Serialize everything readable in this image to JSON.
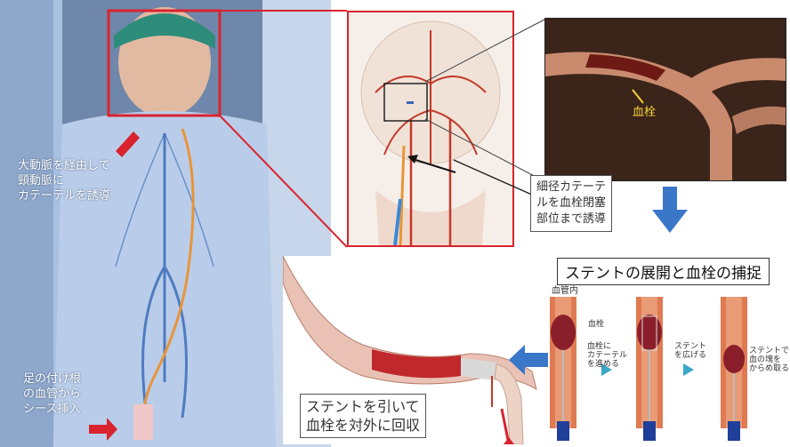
{
  "colors": {
    "frame_red": "#d9232e",
    "arrow_blue": "#3a77c8",
    "patient_bg": "#9fb8da",
    "catheter_orange": "#e8953a",
    "vessel_blue": "#3566b5",
    "clot_label_yellow": "#f5d23a"
  },
  "labels": {
    "aorta_route": "大動脈を経由して\n頸動脈に\nカテーテルを誘導",
    "groin_sheath": "足の付け根\nの血管から\nシース挿入",
    "clot": "血栓",
    "micro_catheter": "細径カテーテ\nルを血栓閉塞\n部位まで誘導",
    "stent_deploy_title": "ステントの展開と血栓の捕捉",
    "retrieve": "ステントを引いて\n血栓を対外に回収",
    "in_vessel": "血管内",
    "step_clot": "血栓",
    "step1": "血栓に\nカテーテル\nを進める",
    "step2": "ステント\nを広げる",
    "step3": "ステントで\n血の塊を\nからめ取る"
  }
}
